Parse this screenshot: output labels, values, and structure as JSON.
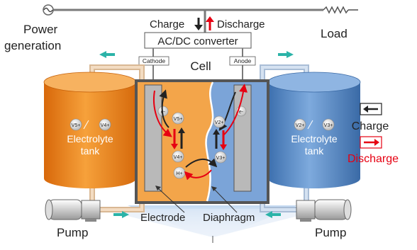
{
  "labels": {
    "power_generation_line1": "Power",
    "power_generation_line2": "generation",
    "load": "Load",
    "charge": "Charge",
    "discharge": "Discharge",
    "converter": "AC/DC converter",
    "cathode": "Cathode",
    "anode": "Anode",
    "cell": "Cell",
    "electrolyte_line1": "Electrolyte",
    "electrolyte_line2": "tank",
    "pump": "Pump",
    "electrode": "Electrode",
    "diaphragm": "Diaphragm",
    "electron": "e-",
    "proton": "H+",
    "v5": "V5+",
    "v4": "V4+",
    "v2": "V2+",
    "v3": "V3+",
    "legend_charge": "Charge",
    "legend_discharge": "Discharge"
  },
  "colors": {
    "positive_electrolyte": "#f18a1c",
    "negative_electrolyte": "#5b8fcd",
    "charge_arrow": "#222222",
    "discharge_arrow": "#e60012",
    "flow_arrow": "#2bb3a8",
    "wire": "#7a7a7a",
    "electrode": "#b9b9b9"
  },
  "icons": [
    "ac-source-icon",
    "load-resistor-icon",
    "pump-icon"
  ]
}
